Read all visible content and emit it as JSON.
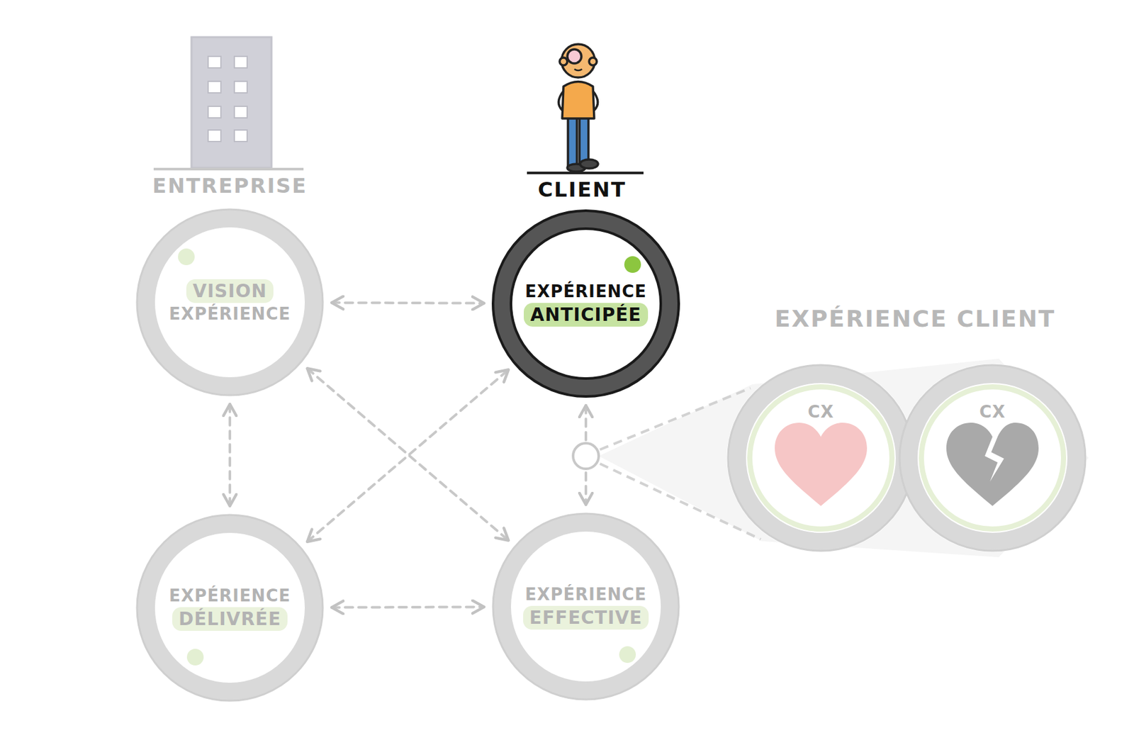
{
  "diagram": {
    "nodes": [
      {
        "text": [
          "VISION",
          "EXPÉRIENCE"
        ]
      },
      {
        "text": [
          "EXPÉRIENCE",
          "ANTICIPÉE"
        ]
      },
      {
        "text": [
          "CX"
        ]
      },
      {
        "text": [
          "CX"
        ]
      },
      {
        "text": [
          "EXPÉRIENCE",
          "DÉLIVRÉE"
        ]
      },
      {
        "text": [
          "EXPÉRIENCE",
          "EFFECTIVE"
        ]
      }
    ],
    "edges": [
      {
        "from": 0,
        "to": 1,
        "arrow": "both"
      },
      {
        "from": 0,
        "to": 4,
        "arrow": "both"
      },
      {
        "from": 4,
        "to": 5,
        "arrow": "both"
      },
      {
        "from": 0,
        "to": 5,
        "arrow": "both"
      },
      {
        "from": 4,
        "to": 1,
        "arrow": "both"
      },
      {
        "from": 1,
        "to": 5,
        "arrow": "both"
      }
    ],
    "labels": [
      "ENTREPRISE",
      "CLIENT",
      "EXPÉRIENCE CLIENT"
    ]
  }
}
